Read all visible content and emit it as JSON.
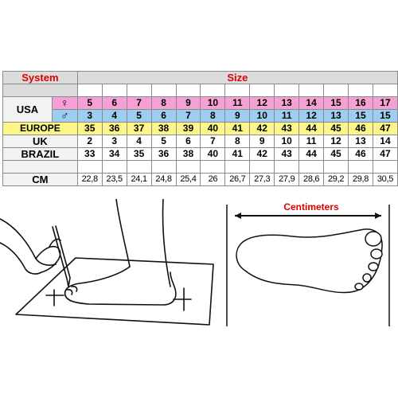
{
  "header": {
    "system_label": "System",
    "size_label": "Size"
  },
  "rows": {
    "usa": {
      "label": "USA",
      "female_symbol": "♀",
      "male_symbol": "♂",
      "female": [
        "5",
        "6",
        "7",
        "8",
        "9",
        "10",
        "11",
        "12",
        "13",
        "14",
        "15",
        "16",
        "17"
      ],
      "male": [
        "3",
        "4",
        "5",
        "6",
        "7",
        "8",
        "9",
        "10",
        "11",
        "12",
        "13",
        "15",
        "15"
      ]
    },
    "europe": {
      "label": "EUROPE",
      "values": [
        "35",
        "36",
        "37",
        "38",
        "39",
        "40",
        "41",
        "42",
        "43",
        "44",
        "45",
        "46",
        "47"
      ]
    },
    "uk": {
      "label": "UK",
      "values": [
        "2",
        "3",
        "4",
        "5",
        "6",
        "7",
        "8",
        "9",
        "10",
        "11",
        "12",
        "13",
        "14"
      ]
    },
    "brazil": {
      "label": "BRAZIL",
      "values": [
        "33",
        "34",
        "35",
        "36",
        "38",
        "40",
        "41",
        "42",
        "43",
        "44",
        "45",
        "46",
        "47"
      ]
    },
    "cm": {
      "label": "CM",
      "values": [
        "22,8",
        "23,5",
        "24,1",
        "24,8",
        "25,4",
        "26",
        "26,7",
        "27,3",
        "27,9",
        "28,6",
        "29,2",
        "29,8",
        "30,5"
      ]
    }
  },
  "diagram": {
    "centimeters_label": "Centimeters"
  },
  "colors": {
    "female_row": "#f5a1d4",
    "male_row": "#9ecdf2",
    "europe_row": "#fbf58a",
    "header_text": "#e00000",
    "header_bg": "#dcdcdc"
  }
}
